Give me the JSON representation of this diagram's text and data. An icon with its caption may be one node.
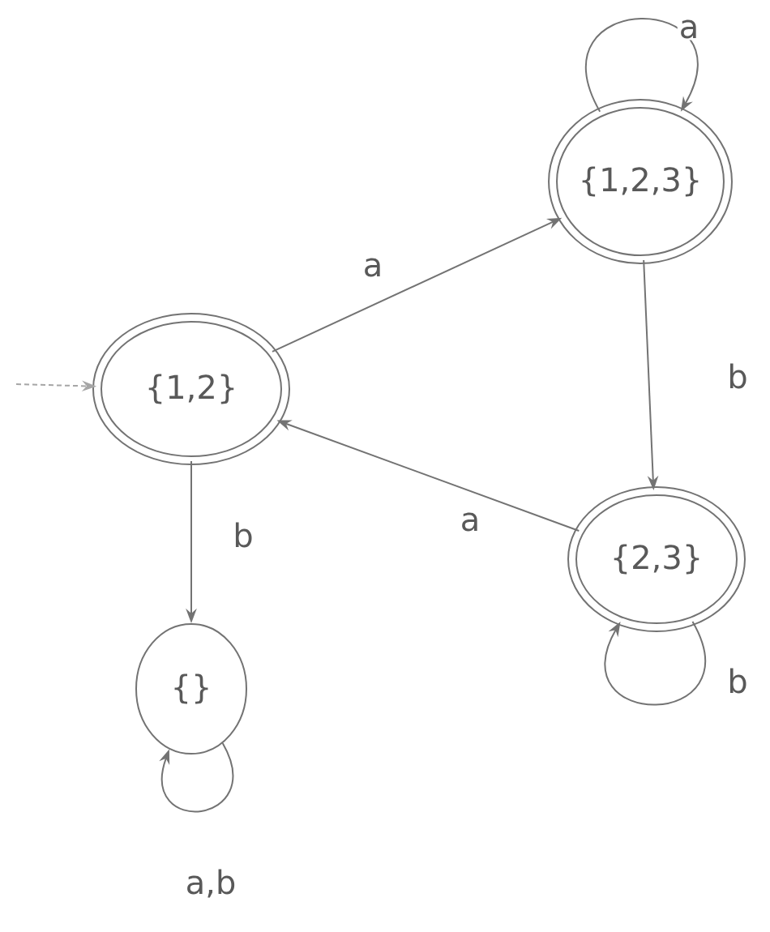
{
  "diagram": {
    "nodes": [
      {
        "text": [
          "{1,2}"
        ]
      },
      {
        "text": [
          "{1,2,3}"
        ]
      },
      {
        "text": [
          "{2,3}"
        ]
      },
      {
        "text": [
          "{}"
        ]
      }
    ],
    "edges": [
      {
        "from": null,
        "to": 0,
        "arrow": "to",
        "style": "dashed"
      },
      {
        "from": 0,
        "to": 1,
        "arrow": "to",
        "label": "a"
      },
      {
        "from": 1,
        "to": 1,
        "arrow": "to",
        "label": "a"
      },
      {
        "from": 1,
        "to": 2,
        "arrow": "to",
        "label": "b"
      },
      {
        "from": 2,
        "to": 0,
        "arrow": "to",
        "label": "a"
      },
      {
        "from": 2,
        "to": 2,
        "arrow": "to",
        "label": "b"
      },
      {
        "from": 0,
        "to": 3,
        "arrow": "to",
        "label": "b"
      },
      {
        "from": 3,
        "to": 3,
        "arrow": "to",
        "label": "a,b"
      }
    ]
  }
}
